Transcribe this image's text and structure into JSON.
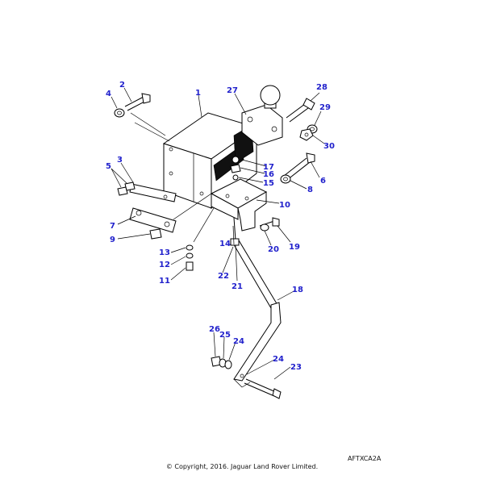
{
  "diagram": {
    "callouts": [
      "1",
      "2",
      "3",
      "4",
      "5",
      "6",
      "7",
      "8",
      "9",
      "10",
      "11",
      "12",
      "13",
      "14",
      "15",
      "16",
      "17",
      "18",
      "19",
      "20",
      "21",
      "22",
      "23",
      "24",
      "24",
      "25",
      "26",
      "27",
      "28",
      "29",
      "30"
    ],
    "colors": {
      "callout": "#2222cc",
      "line": "#000000",
      "background": "#ffffff"
    }
  },
  "footer": {
    "ref_code": "AFTXCA2A",
    "copyright": "© Copyright, 2016. Jaguar Land Rover Limited."
  }
}
